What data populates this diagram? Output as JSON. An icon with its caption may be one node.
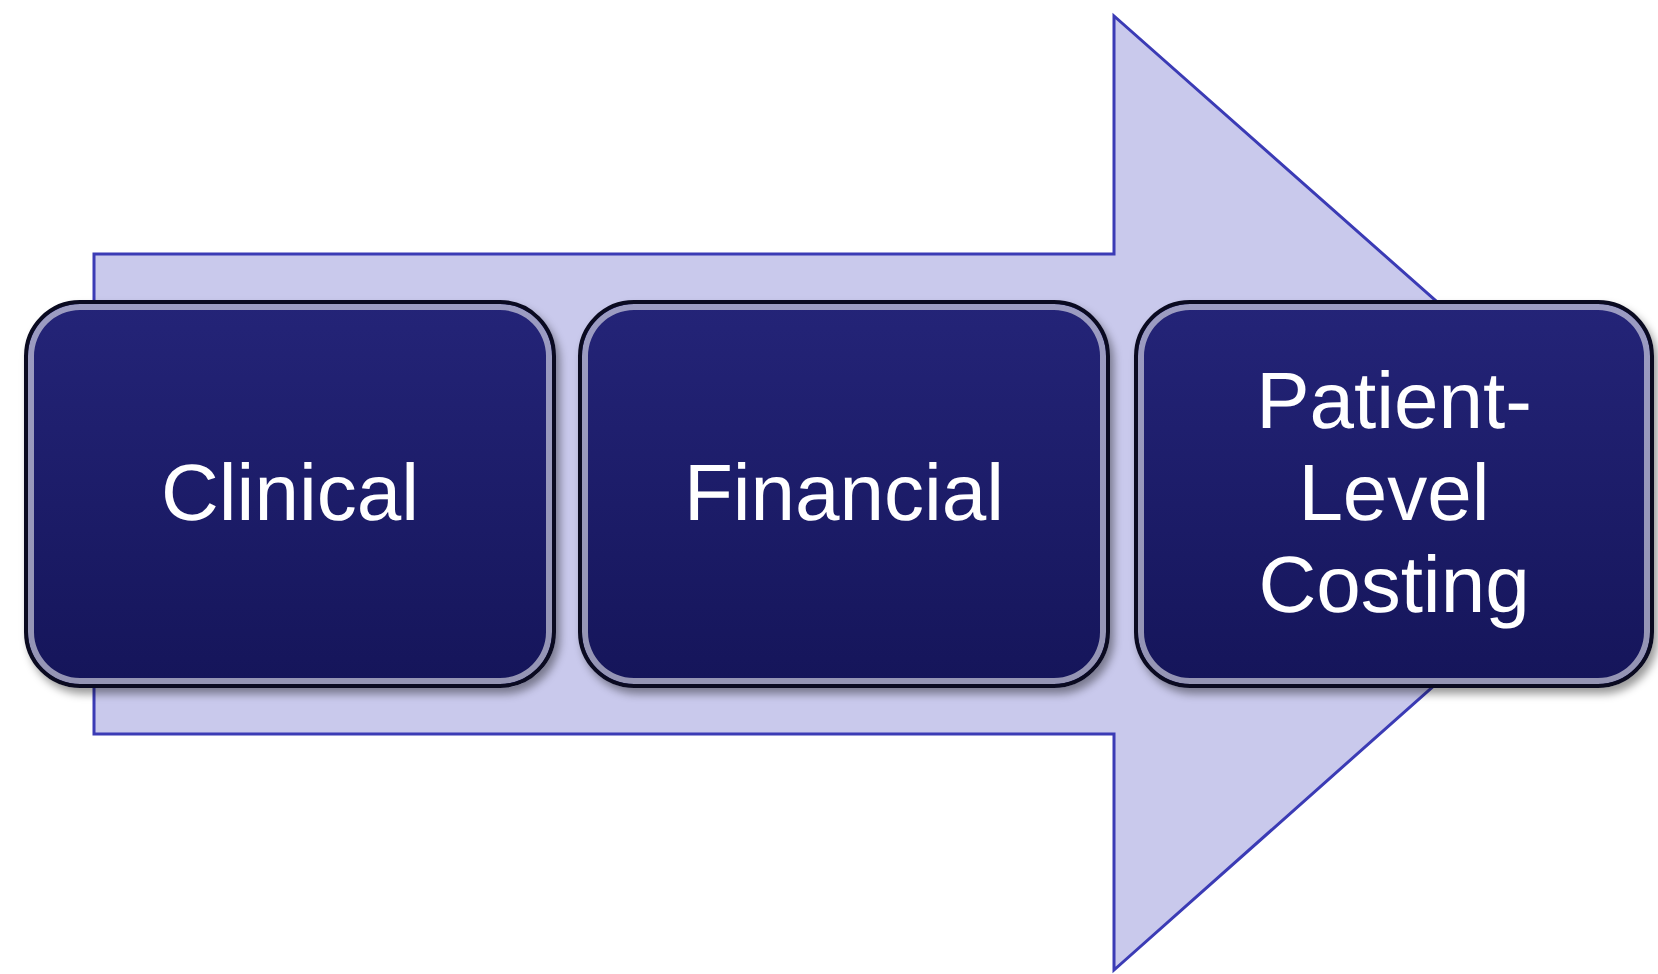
{
  "diagram": {
    "nodes": [
      {
        "text": [
          "Clinical"
        ]
      },
      {
        "text": [
          "Financial"
        ]
      },
      {
        "text": [
          "Patient-Level Costing"
        ]
      }
    ],
    "edges": [
      {
        "from": 0,
        "to": 2,
        "arrow": "to"
      }
    ]
  }
}
